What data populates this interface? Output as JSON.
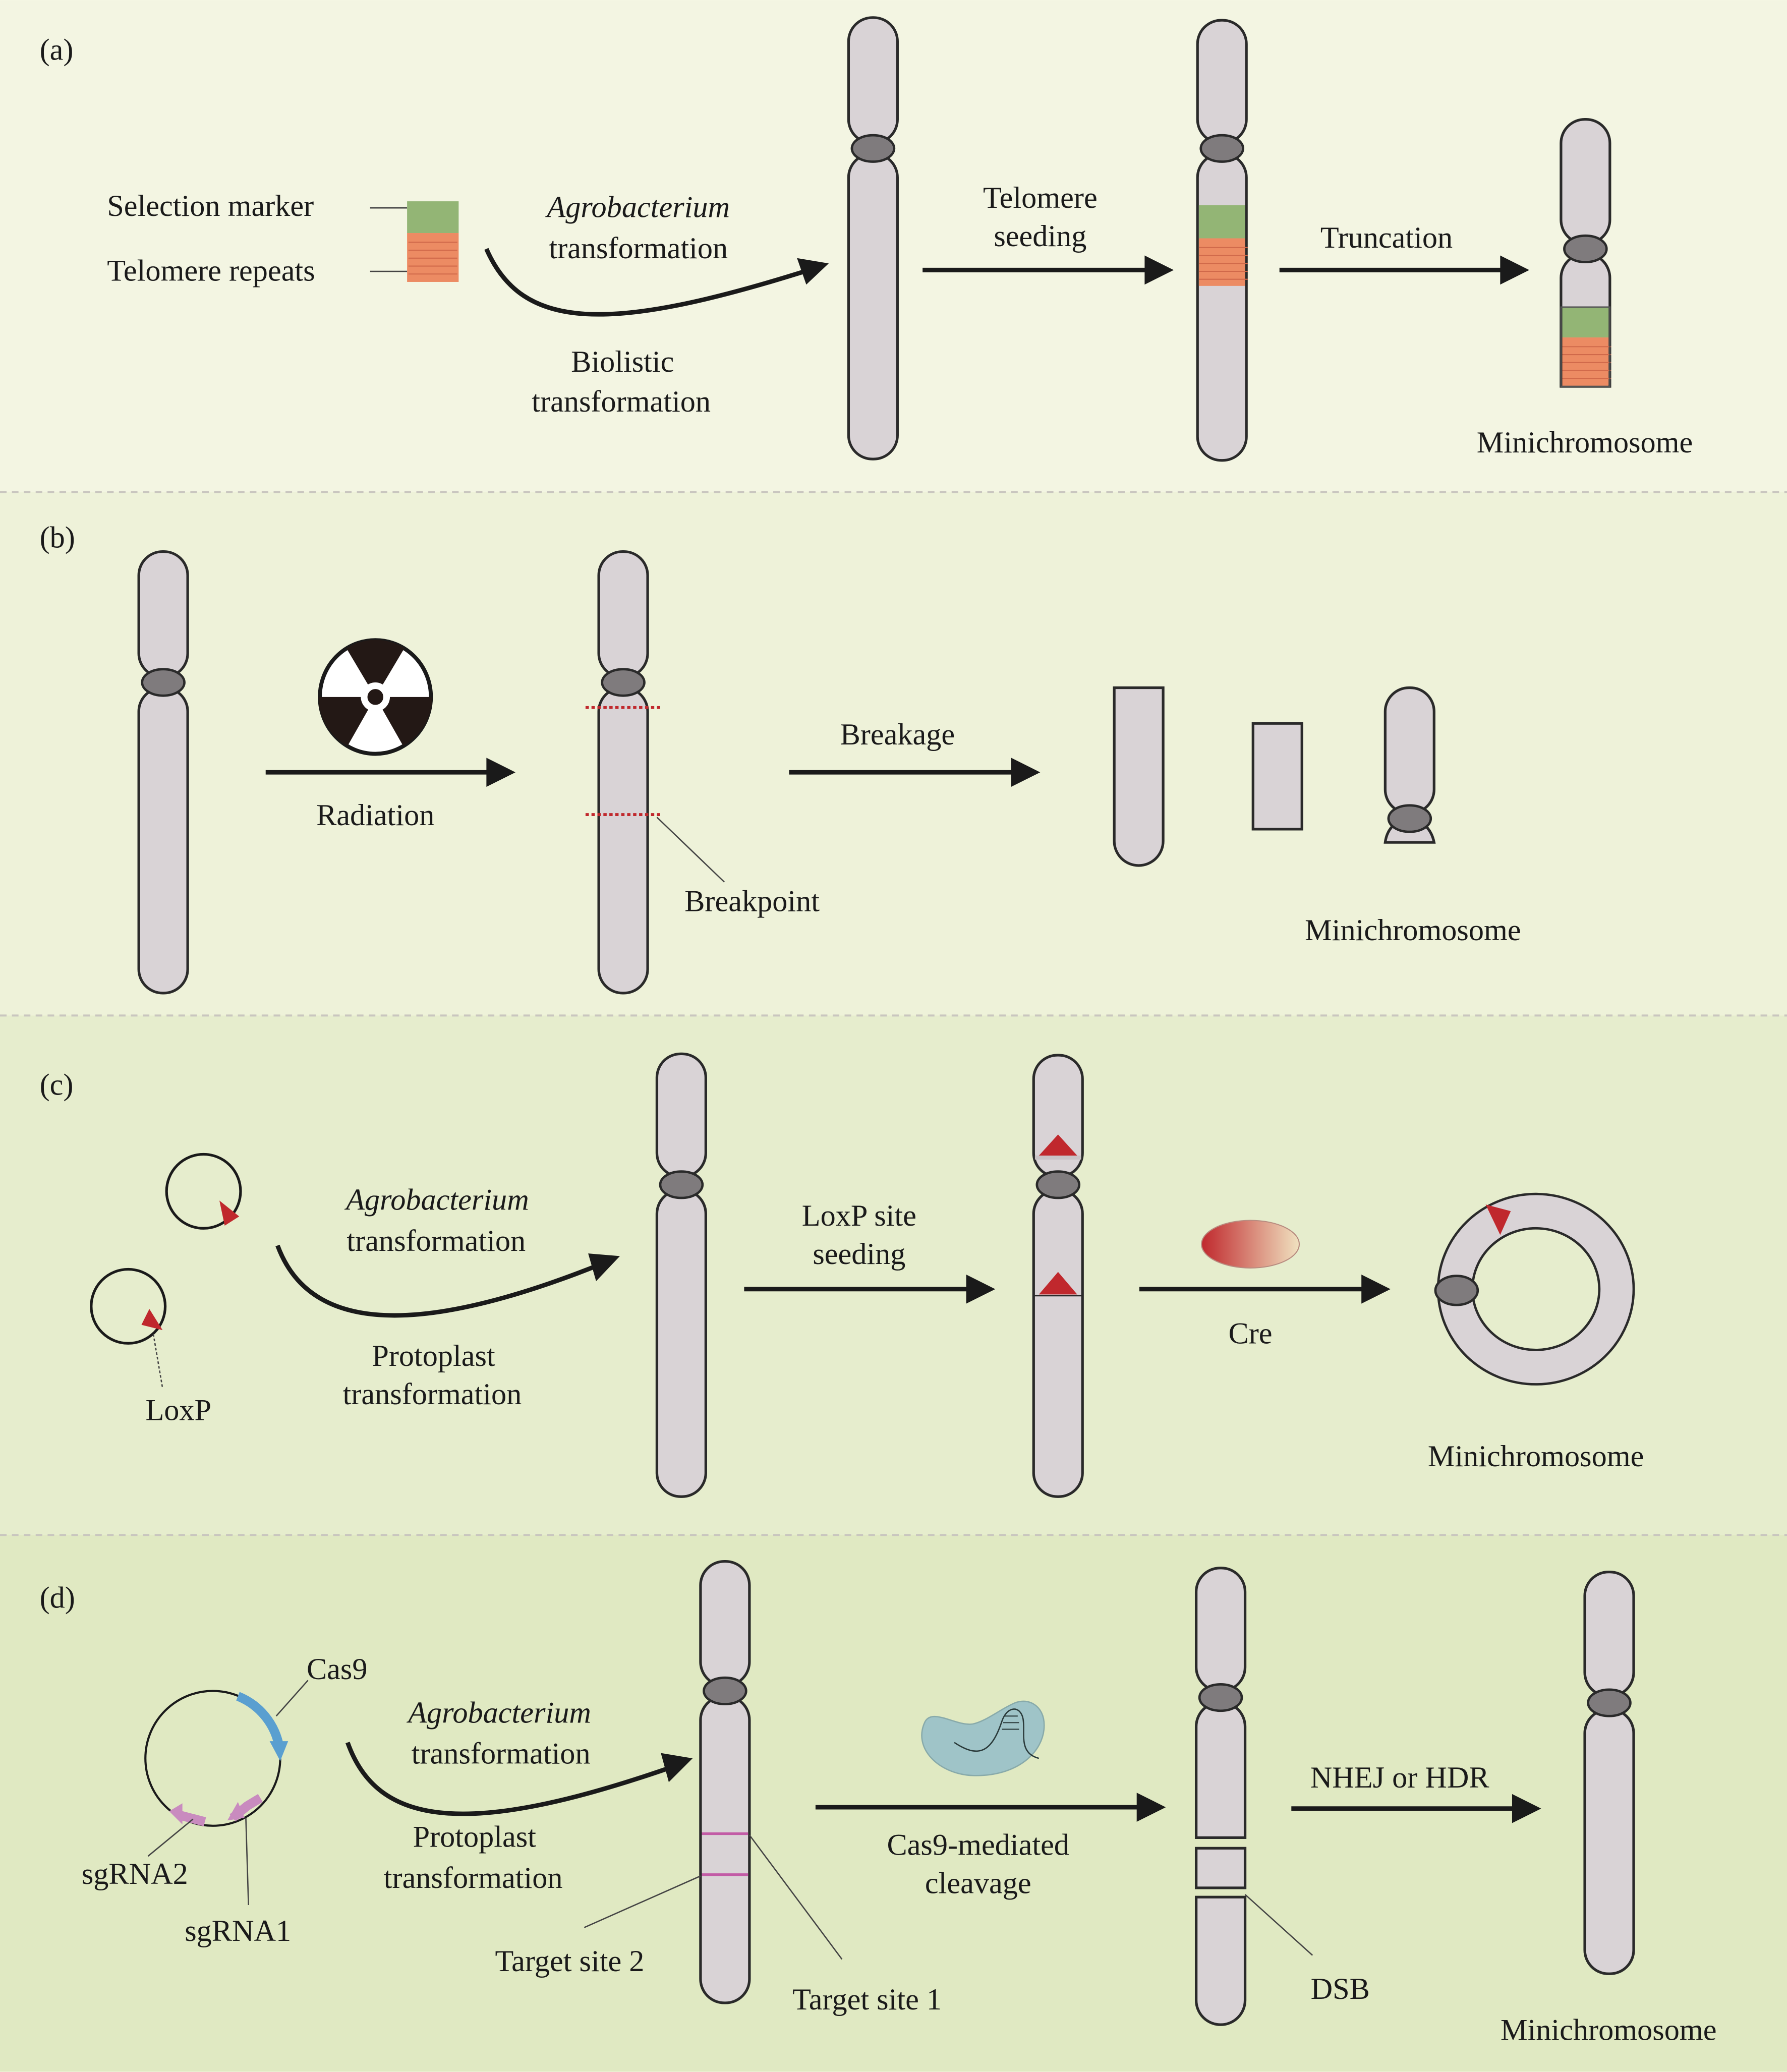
{
  "figure": {
    "panels": {
      "a": {
        "label": "(a)",
        "selection_marker": "Selection marker",
        "telomere_repeats": "Telomere repeats",
        "agrobacterium": "Agrobacterium",
        "transformation_top": "transformation",
        "biolistic": "Biolistic",
        "transformation_bottom": "transformation",
        "telomere": "Telomere",
        "seeding": "seeding",
        "truncation": "Truncation",
        "result": "Minichromosome"
      },
      "b": {
        "label": "(b)",
        "radiation": "Radiation",
        "breakpoint": "Breakpoint",
        "breakage": "Breakage",
        "result": "Minichromosome"
      },
      "c": {
        "label": "(c)",
        "agrobacterium": "Agrobacterium",
        "transformation_top": "transformation",
        "protoplast": "Protoplast",
        "transformation_bottom": "transformation",
        "loxp": "LoxP",
        "loxp_site": "LoxP site",
        "seeding": "seeding",
        "cre": "Cre",
        "result": "Minichromosome"
      },
      "d": {
        "label": "(d)",
        "cas9": "Cas9",
        "sgrna2": "sgRNA2",
        "sgrna1": "sgRNA1",
        "agrobacterium": "Agrobacterium",
        "transformation_top": "transformation",
        "protoplast": "Protoplast",
        "transformation_bottom": "transformation",
        "target_site_2": "Target site 2",
        "target_site_1": "Target site 1",
        "cas9_mediated": "Cas9-mediated",
        "cleavage": "cleavage",
        "dsb": "DSB",
        "nhej_hdr": "NHEJ or HDR",
        "result": "Minichromosome"
      }
    },
    "colors": {
      "panel_a_bg": "#f3f5e2",
      "panel_b_bg": "#eef2d9",
      "panel_c_bg": "#e6edcd",
      "panel_d_bg": "#e0e9c2",
      "chromosome": "#d9d3d6",
      "centromere": "#7f7b7d",
      "selection_marker": "#93b575",
      "telomere_repeats": "#ec8b63",
      "loxp": "#c0282d",
      "cas9_gene": "#5a9fd0",
      "sgrna": "#c98bbf",
      "cas9_protein": "#9fc4c8"
    }
  }
}
